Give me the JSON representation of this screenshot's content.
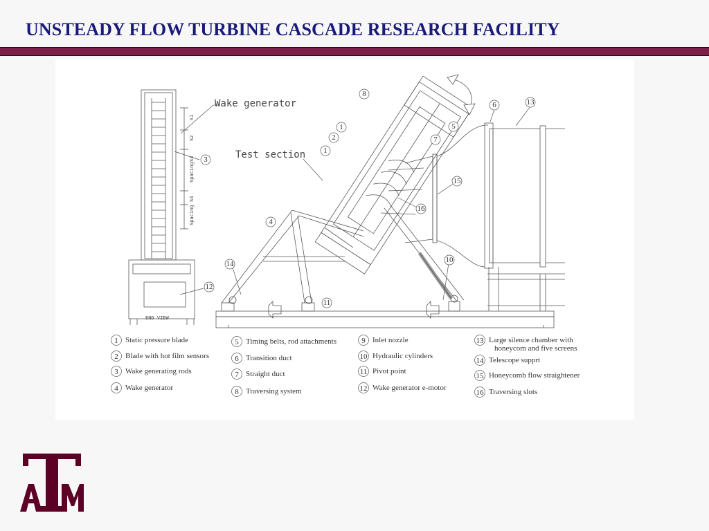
{
  "slide": {
    "title": "UNSTEADY FLOW TURBINE CASCADE RESEARCH FACILITY"
  },
  "drawing": {
    "end_view_label": "END VIEW",
    "wake_generator_callout": "Wake generator",
    "test_section_callout": "Test section",
    "end_view_dimensions": [
      "S1",
      "S2",
      "S3",
      "Spacing",
      "S4",
      "Spacing"
    ]
  },
  "legend": [
    {
      "num": "1",
      "label": "Static pressure blade"
    },
    {
      "num": "2",
      "label": "Blade with hot film sensors"
    },
    {
      "num": "3",
      "label": "Wake generating rods"
    },
    {
      "num": "4",
      "label": "Wake generator"
    },
    {
      "num": "5",
      "label": "Timing belts, rod attachments"
    },
    {
      "num": "6",
      "label": "Transition duct"
    },
    {
      "num": "7",
      "label": "Straight duct"
    },
    {
      "num": "8",
      "label": "Traversing system"
    },
    {
      "num": "9",
      "label": "Inlet nozzle"
    },
    {
      "num": "10",
      "label": "Hydraulic cylinders"
    },
    {
      "num": "11",
      "label": "Pivot point"
    },
    {
      "num": "12",
      "label": "Wake generator e-motor"
    },
    {
      "num": "13",
      "label": "Large silence chamber with",
      "label2": "honeycom and five screens"
    },
    {
      "num": "14",
      "label": "Telescope supprt"
    },
    {
      "num": "15",
      "label": "Honeycomb flow straightener"
    },
    {
      "num": "16",
      "label": "Traversing slots"
    }
  ],
  "logo": {
    "alt_text": "ATM"
  }
}
